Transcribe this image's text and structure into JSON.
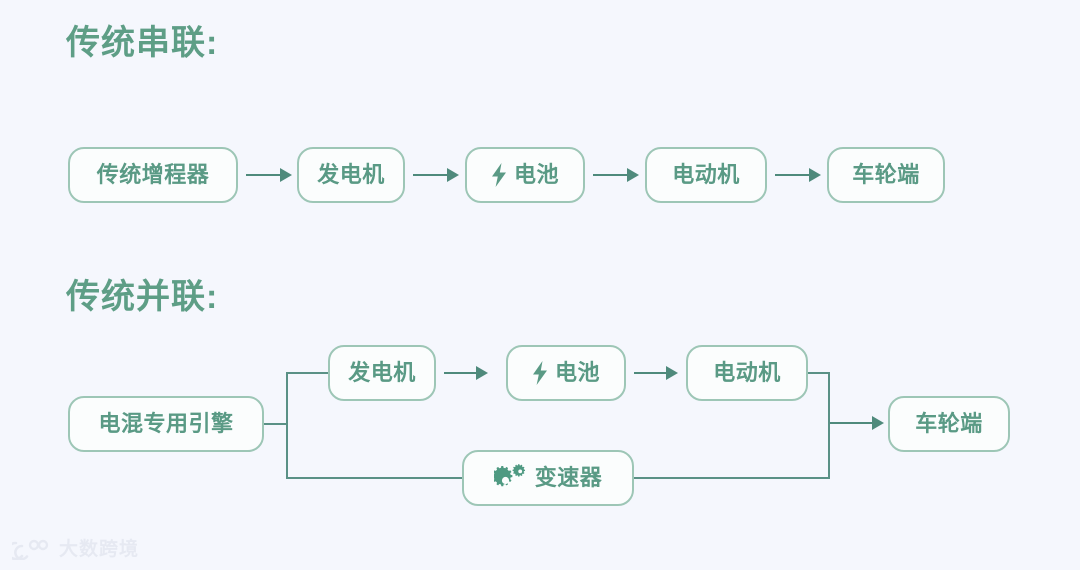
{
  "background_color": "#f5f7fd",
  "accent_color": "#5a9a85",
  "border_color": "#9dc6b6",
  "line_color": "#4f8a7c",
  "sections": [
    {
      "id": "series",
      "title": "传统串联:",
      "nodes": [
        {
          "id": "range-extender",
          "label": "传统增程器",
          "icon": null
        },
        {
          "id": "generator",
          "label": "发电机",
          "icon": null
        },
        {
          "id": "battery",
          "label": "电池",
          "icon": "bolt-icon"
        },
        {
          "id": "motor",
          "label": "电动机",
          "icon": null
        },
        {
          "id": "wheel",
          "label": "车轮端",
          "icon": null
        }
      ]
    },
    {
      "id": "parallel",
      "title": "传统并联:",
      "nodes": [
        {
          "id": "hybrid-engine",
          "label": "电混专用引擎",
          "icon": null
        },
        {
          "id": "generator",
          "label": "发电机",
          "icon": null
        },
        {
          "id": "battery",
          "label": "电池",
          "icon": "bolt-icon"
        },
        {
          "id": "motor",
          "label": "电动机",
          "icon": null
        },
        {
          "id": "transmission",
          "label": "变速器",
          "icon": "gears-icon"
        },
        {
          "id": "wheel",
          "label": "车轮端",
          "icon": null
        }
      ]
    }
  ],
  "watermark": {
    "text": "大数跨境",
    "logo": "logo-mark"
  }
}
